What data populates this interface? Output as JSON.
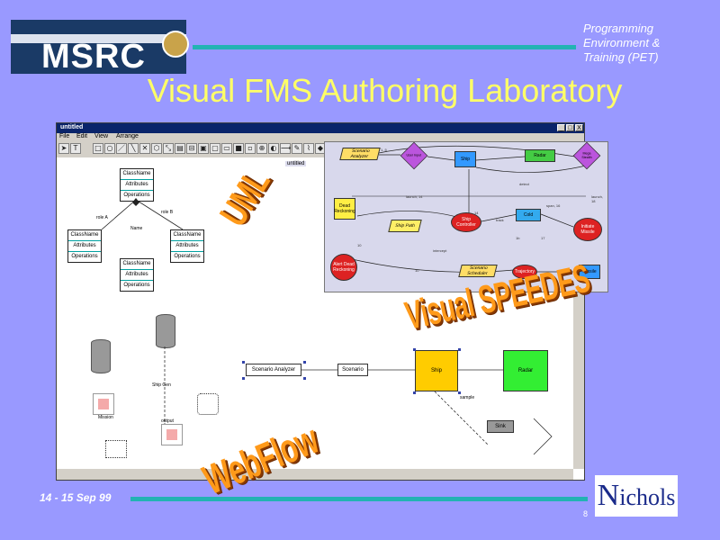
{
  "slide": {
    "title": "Visual FMS Authoring Laboratory",
    "header_note": [
      "Programming",
      "Environment &",
      "Training (PET)"
    ],
    "date": "14 - 15 Sep 99",
    "page_number": "8",
    "logo_text": "MSRC",
    "company_logo": "Nichols"
  },
  "window": {
    "title": "untitled",
    "menu": [
      "File",
      "Edit",
      "View",
      "Arrange"
    ],
    "buttons": [
      "_",
      "□",
      "X"
    ],
    "panel_tag": "untitled"
  },
  "uml": {
    "class_box": [
      "ClassName",
      "Attributes",
      "Operations"
    ],
    "labels": {
      "left_assoc": "role A",
      "right_assoc": "role B",
      "name": "Name"
    }
  },
  "speedes": {
    "nodes": {
      "scenario_analyzer": "Scenario Analyzer",
      "user_input": "User Input",
      "ship": "Ship",
      "radar": "Radar",
      "mega_stealth": "Mega Stealth",
      "dead_reckoning": "Dead Reckoning",
      "ship_path": "Ship Path",
      "ship_controller": "Ship Controller",
      "cold": "Cold",
      "initiate_missile": "Initiate Missile",
      "alert_dead_reckoning": "Alert Dead Reckoning",
      "scenario_scheduler": "Scenario Scheduler",
      "trajectory": "Trajectory",
      "missile": "Missile"
    },
    "labels": [
      "1..5",
      "detect",
      "launch, 14",
      "span, 16",
      "launch, 18",
      "14",
      "track",
      "17",
      "10",
      "intercept",
      "1b",
      "10"
    ]
  },
  "webflow": {
    "scenario_analyzer": "Scenario Analyzer",
    "scenario": "Scenario",
    "ship": "Ship",
    "radar": "Radar",
    "sink": "Sink",
    "labels": {
      "ship_gen": "Ship Gen",
      "output": "output",
      "mission": "Mission",
      "sample": "sample"
    }
  },
  "overlays": {
    "uml": "UML",
    "visual_speedes": "Visual SPEEDES",
    "webflow": "WebFlow"
  }
}
